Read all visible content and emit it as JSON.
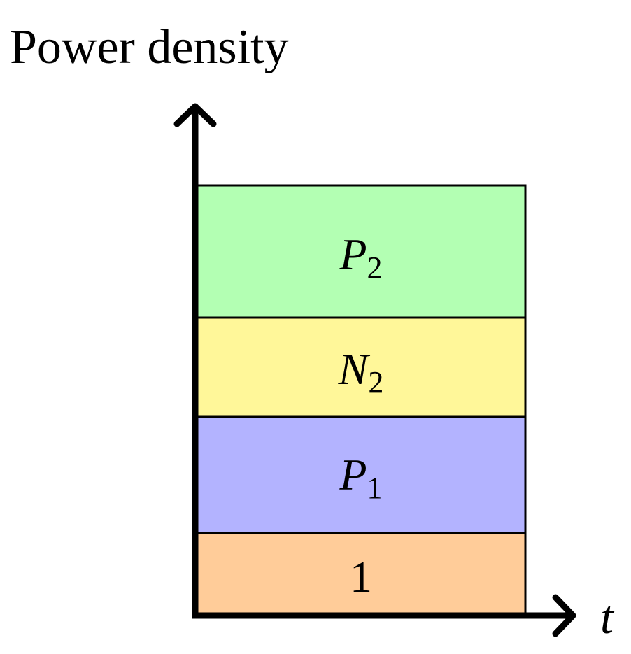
{
  "y_axis_title": "Power density",
  "x_axis_label": "t",
  "layers": [
    {
      "main": "P",
      "sub": "2",
      "italic": true,
      "color": "#b3ffb3"
    },
    {
      "main": "N",
      "sub": "2",
      "italic": true,
      "color": "#fff799"
    },
    {
      "main": "P",
      "sub": "1",
      "italic": true,
      "color": "#b3b3ff"
    },
    {
      "main": "1",
      "sub": "",
      "italic": false,
      "color": "#ffcc99"
    }
  ]
}
